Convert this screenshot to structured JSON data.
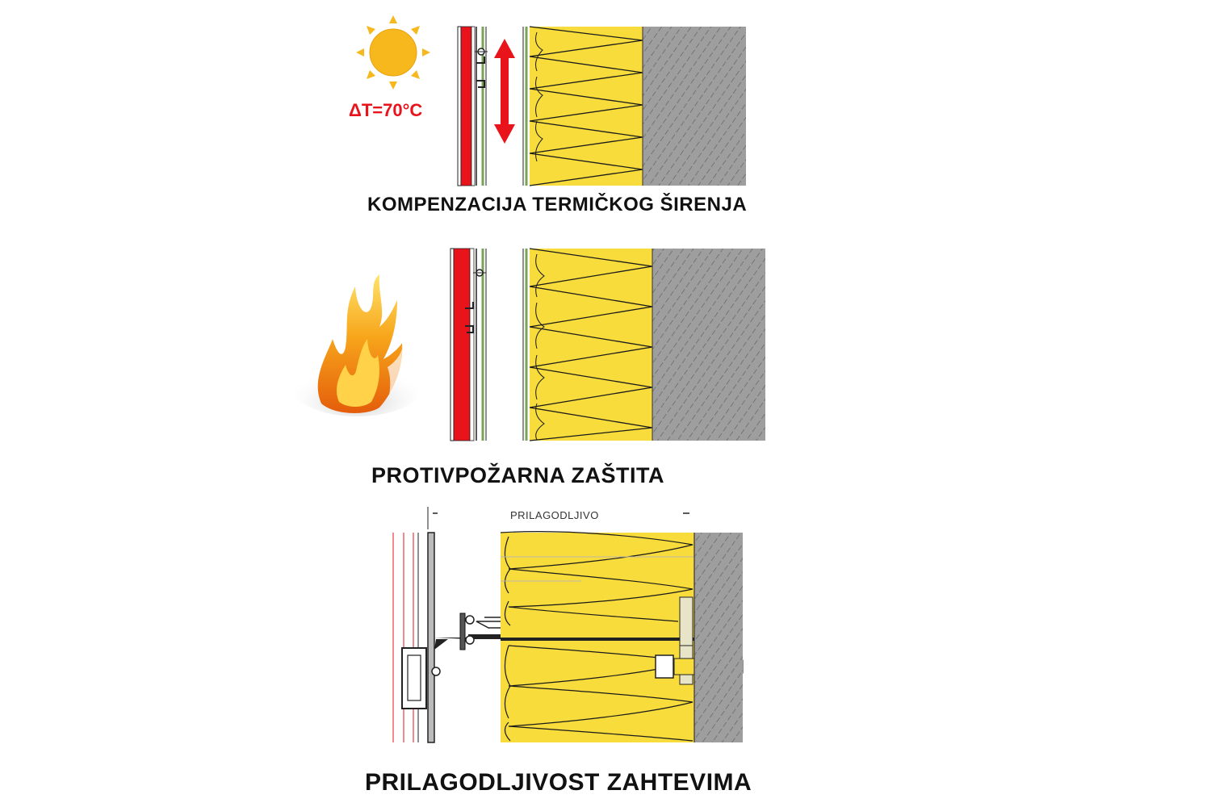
{
  "panels": [
    {
      "caption": "KOMPENZACIJA TERMIČKOG ŠIRENJA",
      "annotation": "ΔT=70°C",
      "icon": "sun-icon"
    },
    {
      "caption": "PROTIVPOŽARNA ZAŠTITA",
      "icon": "flame-icon"
    },
    {
      "caption": "PRILAGODLJIVOST ZAHTEVIMA",
      "dimension_label": "PRILAGODLJIVO"
    }
  ],
  "colors": {
    "insulation": "#f7dc3c",
    "insulation_line": "#1a1a1a",
    "concrete": "#9a9a9a",
    "panel_red": "#e8131b",
    "membrane_green": "#7aa35a",
    "arrow_red": "#e8131b",
    "sun": "#f6b81c",
    "flame": "#f28a12"
  }
}
